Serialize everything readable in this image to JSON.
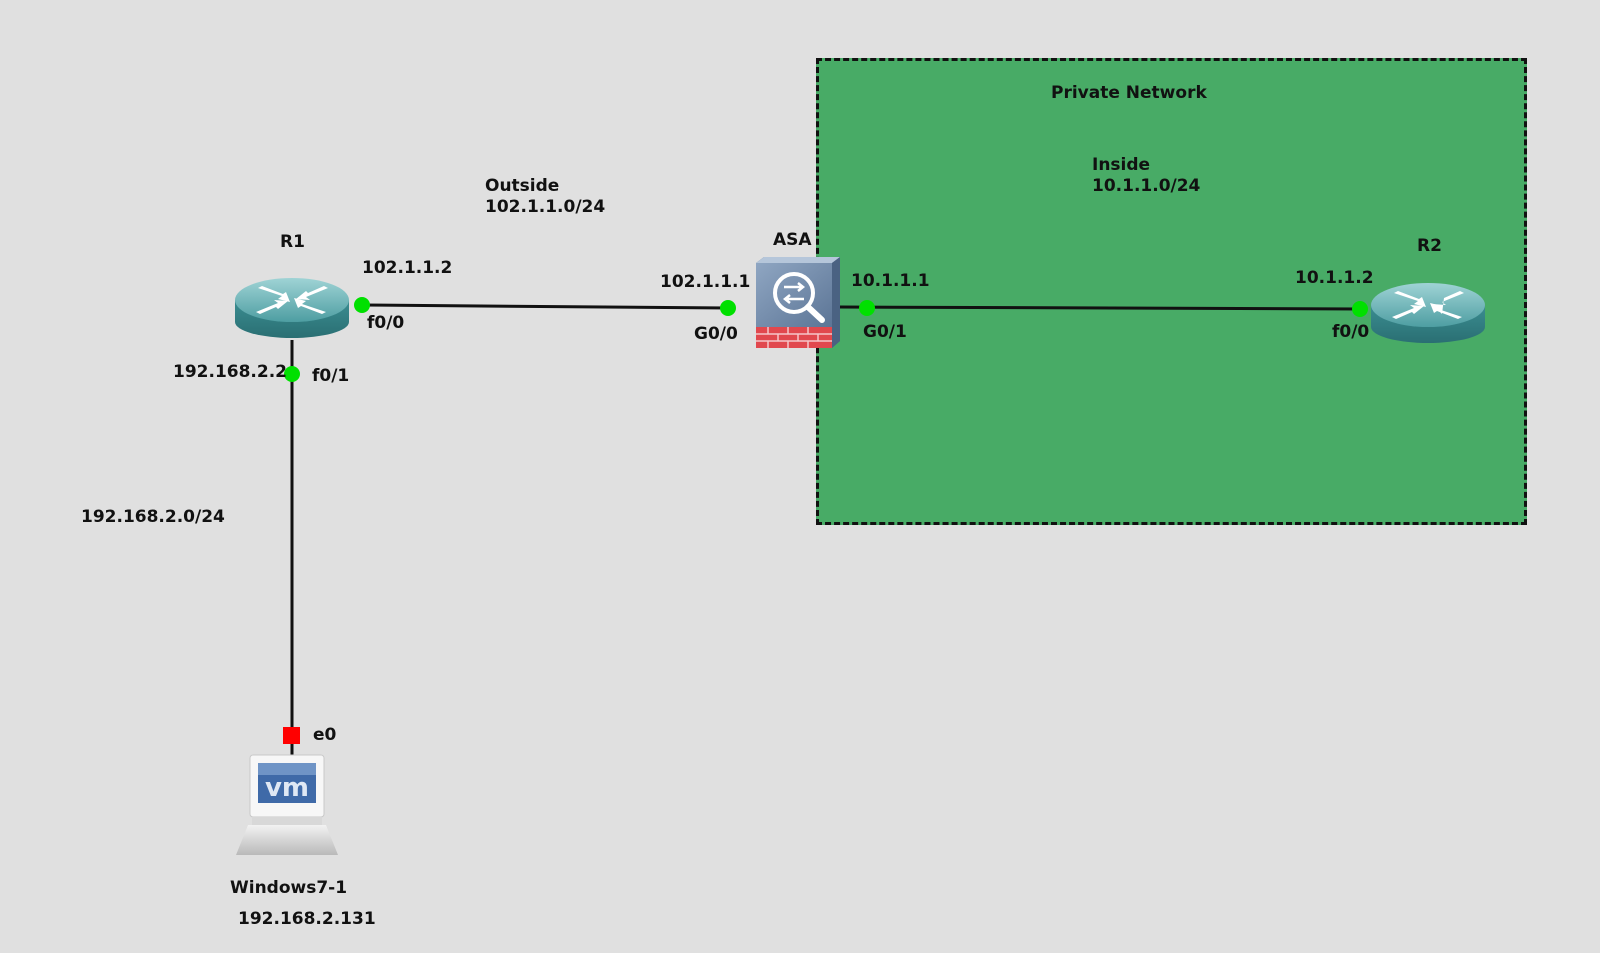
{
  "zone": {
    "title": "Private Network",
    "fill": "#48ab66"
  },
  "networks": {
    "outside": {
      "name": "Outside",
      "subnet": "102.1.1.0/24"
    },
    "inside": {
      "name": "Inside",
      "subnet": "10.1.1.0/24"
    },
    "lan": {
      "subnet": "192.168.2.0/24"
    }
  },
  "devices": {
    "r1": {
      "name": "R1",
      "icon": "router-icon"
    },
    "asa": {
      "name": "ASA",
      "icon": "firewall-icon"
    },
    "r2": {
      "name": "R2",
      "icon": "router-icon"
    },
    "pc": {
      "name": "Windows7-1",
      "ip": "192.168.2.131",
      "icon": "vm-workstation-icon"
    }
  },
  "interfaces": {
    "r1_f00": {
      "port": "f0/0",
      "ip": "102.1.1.2"
    },
    "r1_f01": {
      "port": "f0/1",
      "ip": "192.168.2.2"
    },
    "asa_g00": {
      "port": "G0/0",
      "ip": "102.1.1.1"
    },
    "asa_g01": {
      "port": "G0/1",
      "ip": "10.1.1.1"
    },
    "r2_f00": {
      "port": "f0/0",
      "ip": "10.1.1.2"
    },
    "pc_e0": {
      "port": "e0"
    }
  },
  "colors": {
    "background": "#e0e0e0",
    "link": "#111111",
    "port_up": "#00e000",
    "port_down": "#ff0000"
  }
}
